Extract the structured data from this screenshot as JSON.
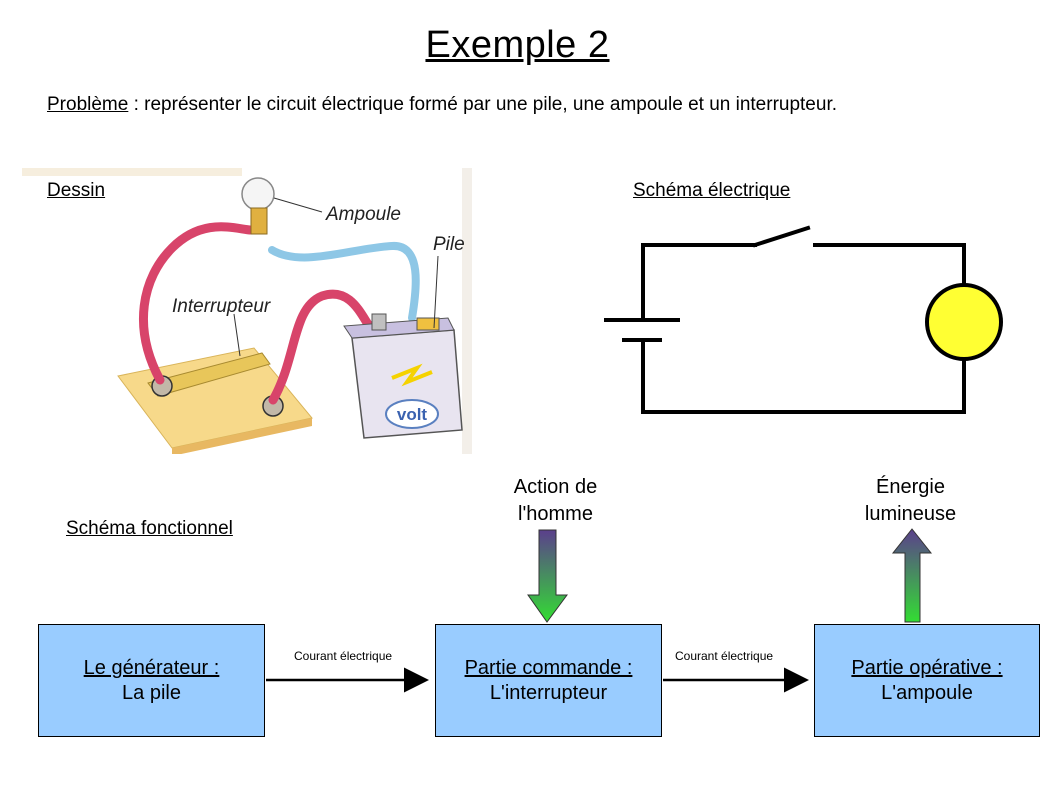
{
  "title": "Exemple 2",
  "problem": {
    "label": "Problème",
    "text": " : représenter le circuit électrique formé par une pile, une ampoule et un interrupteur."
  },
  "drawing": {
    "label": "Dessin",
    "ampoule_label": "Ampoule",
    "pile_label": "Pile",
    "interrupteur_label": "Interrupteur",
    "battery_brand": "volt"
  },
  "schema_electrique": {
    "label": "Schéma électrique"
  },
  "schema_fonctionnel": {
    "label": "Schéma fonctionnel",
    "human_action": {
      "line1": "Action de",
      "line2": "l'homme"
    },
    "light_energy": {
      "line1": "Énergie",
      "line2": "lumineuse"
    },
    "boxes": [
      {
        "line1": "Le générateur :",
        "line2": "La pile"
      },
      {
        "line1": "Partie commande :",
        "line2": "L'interrupteur"
      },
      {
        "line1": "Partie opérative :",
        "line2": "L'ampoule"
      }
    ],
    "flows": [
      "Courant électrique",
      "Courant électrique"
    ]
  },
  "colors": {
    "box_fill": "#99ccff",
    "lamp_fill": "#ffff33",
    "arrow_top": "#5b3f8c",
    "arrow_bottom": "#33dd33"
  }
}
